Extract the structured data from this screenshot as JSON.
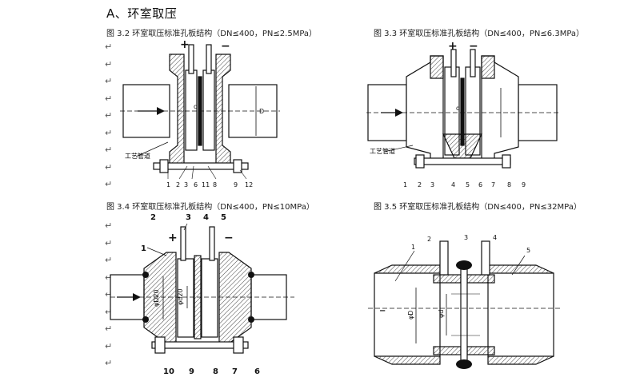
{
  "heading": "A、环室取压",
  "para_mark": "↵",
  "figures": [
    {
      "caption": "图 3.2 环室取压标准孔板结构（DN≤400，PN≤2.5MPa）",
      "plus": "+",
      "minus": "−",
      "dim_big": "D",
      "dim_small": "d",
      "pipe_label": "工艺管道",
      "numbers": [
        "1",
        "2",
        "3",
        "6",
        "11",
        "8",
        "9",
        "12"
      ]
    },
    {
      "caption": "图 3.3 环室取压标准孔板结构（DN≤400，PN≤6.3MPa）",
      "plus": "+",
      "minus": "−",
      "dim_small": "d",
      "pipe_label": "工艺管道",
      "numbers": [
        "1",
        "2",
        "3",
        "4",
        "5",
        "6",
        "7",
        "8",
        "9"
      ]
    },
    {
      "caption": "图 3.4 环室取压标准孔板结构（DN≤400，PN≤10MPa）",
      "plus": "+",
      "minus": "−",
      "dim_big": "φD20",
      "dim_small": "φd20",
      "numbers_top": [
        "2",
        "3",
        "4",
        "5"
      ],
      "number_left": "1",
      "numbers_bottom": [
        "10",
        "9",
        "8",
        "7",
        "6"
      ]
    },
    {
      "caption": "图 3.5 环室取压标准孔板结构（DN≤400，PN≤32MPa）",
      "minus": "−",
      "dim_big": "φD",
      "dim_small": "φd",
      "numbers": [
        "1",
        "2",
        "3",
        "4",
        "5"
      ]
    }
  ]
}
